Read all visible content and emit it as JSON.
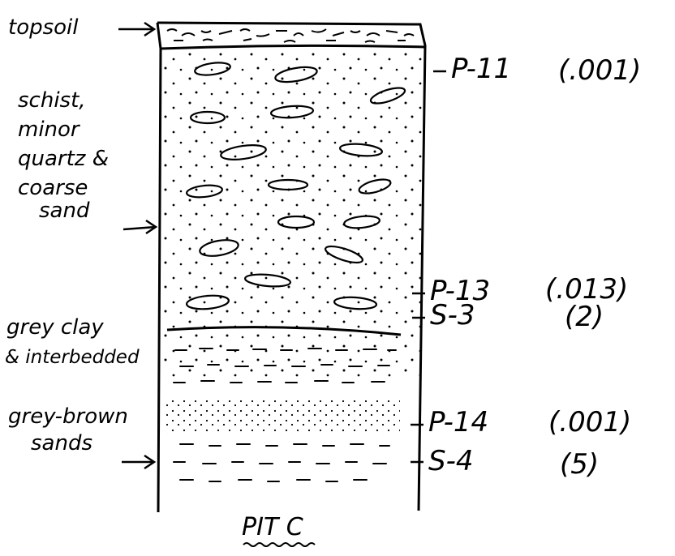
{
  "diagram": {
    "title": "PIT C",
    "layers": [
      {
        "id": "topsoil",
        "name": "topsoil"
      },
      {
        "id": "schist",
        "name_lines": [
          "schist,",
          "minor",
          "quartz &",
          "coarse",
          "sand"
        ]
      },
      {
        "id": "clay",
        "name_lines": [
          "grey clay",
          "& interbedded",
          "grey-brown",
          "sands"
        ]
      }
    ],
    "samples": [
      {
        "id": "P-11",
        "value": "(.001)"
      },
      {
        "id": "P-13",
        "value": "(.013)"
      },
      {
        "id": "S-3",
        "value": "(2)"
      },
      {
        "id": "P-14",
        "value": "(.001)"
      },
      {
        "id": "S-4",
        "value": "(5)"
      }
    ]
  }
}
